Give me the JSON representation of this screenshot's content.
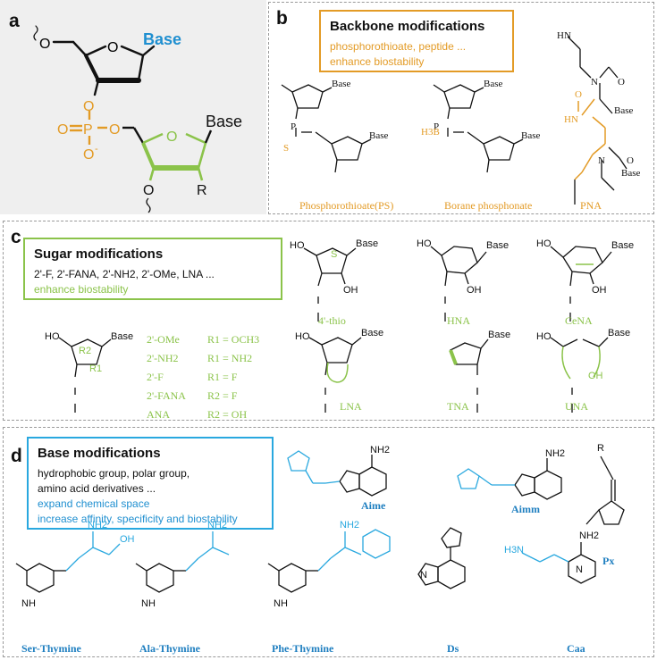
{
  "panel_a": {
    "letter": "a",
    "base_top": "Base",
    "base_bottom": "Base",
    "atoms": {
      "o": "O",
      "p": "P",
      "r": "R",
      "minus": "-"
    }
  },
  "panel_b": {
    "letter": "b",
    "title": "Backbone modifications",
    "line1": "phosphorothioate, peptide ...",
    "line2": "enhance biostability",
    "captions": [
      "Phosphorothioate(PS)",
      "Borane phosphonate",
      "PNA"
    ],
    "labels": {
      "base": "Base",
      "s_minus": "S",
      "bh3": "H3B",
      "hn": "HN",
      "n": "N",
      "o": "O"
    }
  },
  "panel_c": {
    "letter": "c",
    "title": "Sugar modifications",
    "line1": "2'-F, 2'-FANA, 2'-NH2, 2'-OMe, LNA ...",
    "line2": "enhance biostability",
    "captions": [
      "4'-thio",
      "HNA",
      "CeNA",
      "LNA",
      "TNA",
      "UNA"
    ],
    "table_left": [
      "2'-OMe",
      "2'-NH2",
      "2'-F",
      "2'-FANA",
      "ANA"
    ],
    "table_right": [
      "R1 = OCH3",
      "R1 = NH2",
      "R1 = F",
      "R2 = F",
      "R2 = OH"
    ],
    "labels": {
      "ho": "HO",
      "oh": "OH",
      "base": "Base",
      "s": "S",
      "r1": "R1",
      "r2": "R2"
    }
  },
  "panel_d": {
    "letter": "d",
    "title": "Base modifications",
    "line1": "hydrophobic group, polar group,",
    "line2": "amino acid derivatives ...",
    "line3": "expand chemical space",
    "line4": "increase affinity, specificity and biostability",
    "captions": [
      "Aime",
      "Aimm",
      "Px",
      "Ser-Thymine",
      "Ala-Thymine",
      "Phe-Thymine",
      "Ds",
      "Caa"
    ],
    "labels": {
      "nh2": "NH2",
      "nh": "NH",
      "n": "N",
      "h": "H",
      "oh": "OH",
      "r": "R",
      "h3n": "H3N"
    }
  },
  "colors": {
    "orange": "#e39b26",
    "green": "#8bc34a",
    "blue": "#29a8df",
    "base_blue": "#1f8fd0",
    "ink": "#111111"
  }
}
